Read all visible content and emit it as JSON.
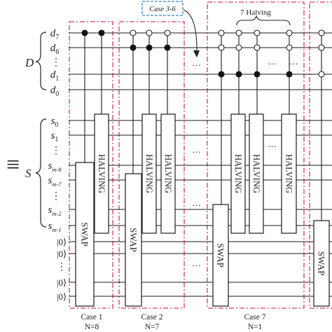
{
  "equals_sign": "≡",
  "register_labels": {
    "D": "D",
    "S": "S"
  },
  "d_wires": [
    {
      "base": "d",
      "sub": "7",
      "sub_italic": false
    },
    {
      "base": "d",
      "sub": "6",
      "sub_italic": false
    },
    {
      "base": "⋮",
      "sub": "",
      "sub_italic": false
    },
    {
      "base": "d",
      "sub": "1",
      "sub_italic": false
    },
    {
      "base": "d",
      "sub": "0",
      "sub_italic": false
    }
  ],
  "s_wires": [
    {
      "base": "s",
      "sub": "0",
      "sub_italic": false
    },
    {
      "base": "s",
      "sub": "1",
      "sub_italic": false
    },
    {
      "base": "⋮",
      "sub": "",
      "sub_italic": false
    },
    {
      "base": "s",
      "sub": "m-8",
      "sub_italic": true
    },
    {
      "base": "s",
      "sub": "m-7",
      "sub_italic": true
    },
    {
      "base": "⋮",
      "sub": "",
      "sub_italic": false
    },
    {
      "base": "s",
      "sub": "m-2",
      "sub_italic": true
    },
    {
      "base": "s",
      "sub": "m-1",
      "sub_italic": true
    }
  ],
  "ancilla_wires": [
    "|0⟩",
    "|0⟩",
    "⋮",
    "|0⟩",
    "|0⟩"
  ],
  "gate_labels": {
    "halving": "HALVING",
    "swap": "SWAP"
  },
  "annotations": {
    "case_range": "Case 3-6",
    "halving_count": "7 Halving",
    "ellipsis": "…"
  },
  "cases": [
    {
      "name": "Case 1",
      "n": "N=8"
    },
    {
      "name": "Case 2",
      "n": "N=7"
    },
    {
      "name": "Case 7",
      "n": "N=1"
    }
  ],
  "colors": {
    "wire": "#1a1a1a",
    "case_box": "#d63a63",
    "annotation_box": "#3a86b4",
    "control_filled": "#111111",
    "control_open": "#ffffff"
  }
}
